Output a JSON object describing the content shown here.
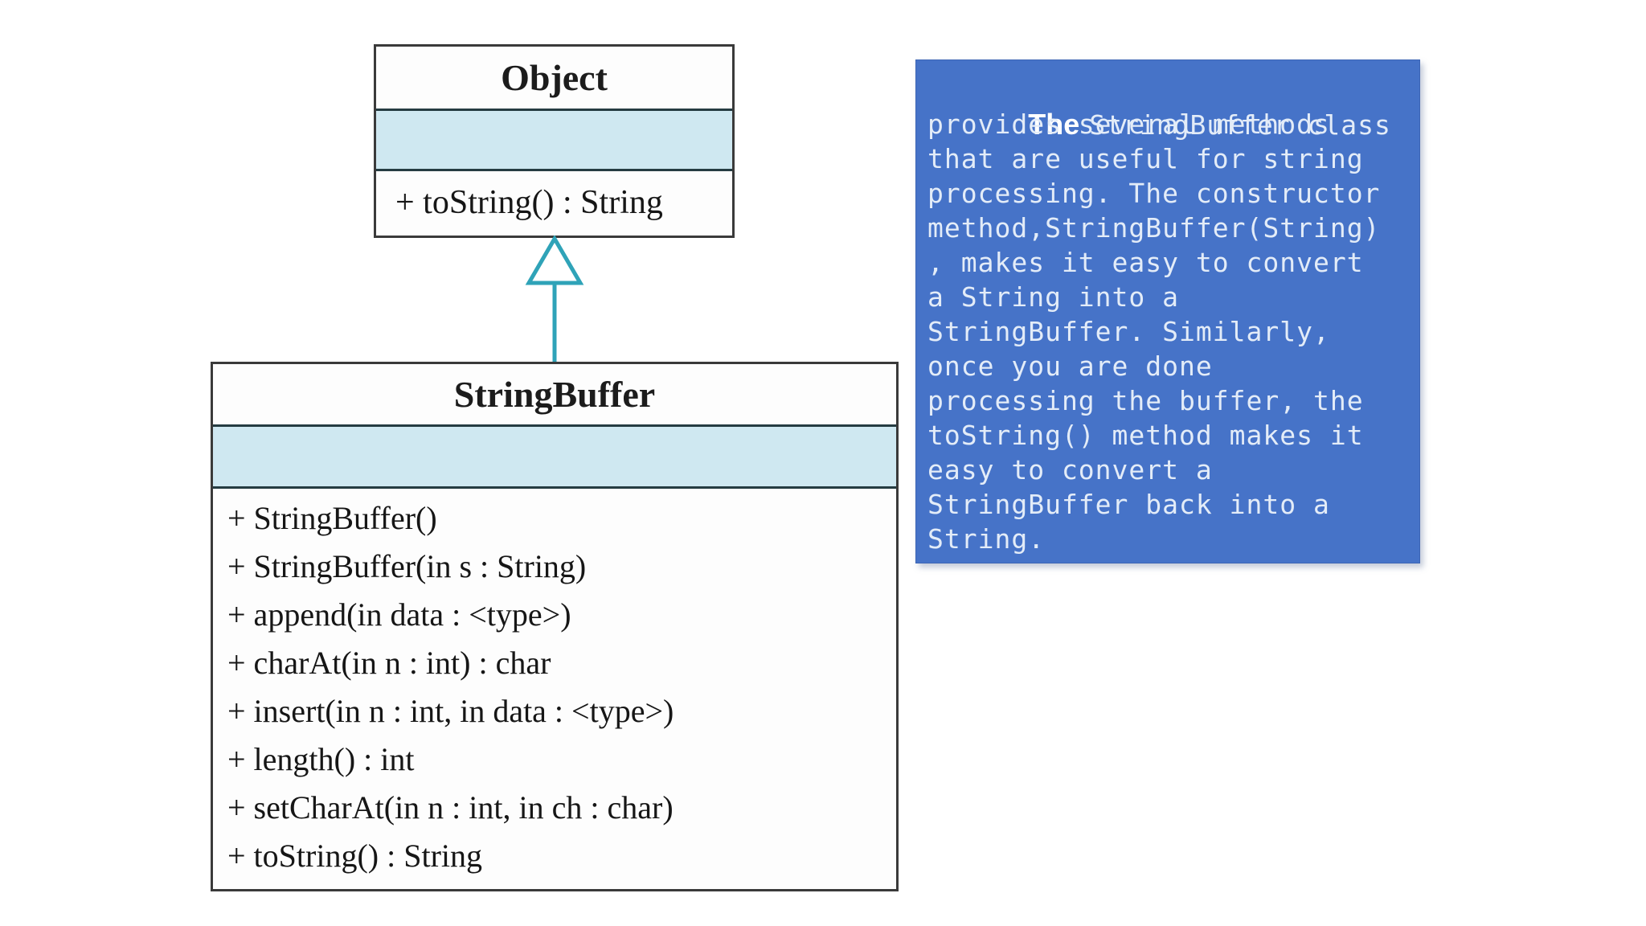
{
  "diagram": {
    "object_class": {
      "title": "Object",
      "methods": [
        "+ toString() : String"
      ]
    },
    "stringbuffer_class": {
      "title": "StringBuffer",
      "methods": [
        "+ StringBuffer()",
        "+ StringBuffer(in s : String)",
        "+ append(in data : <type>)",
        "+ charAt(in n : int) : char",
        "+ insert(in n : int, in data : <type>)",
        "+ length() : int",
        "+ setCharAt(in n : int, in ch : char)",
        "+ toString() : String"
      ]
    },
    "relationship": "StringBuffer inherits from Object (generalization arrow)"
  },
  "note": {
    "lead_word": "The",
    "first_line_rest": "StringBuffer class",
    "lines": [
      "provides several methods",
      "that are useful for string",
      "processing. The constructor",
      "method,StringBuffer(String)",
      ", makes it easy to convert",
      "a String into a",
      "StringBuffer. Similarly,",
      "once you are done",
      "processing the buffer, the",
      "toString() method makes it",
      "easy to convert a",
      "StringBuffer back into a",
      "String."
    ]
  },
  "colors": {
    "note_bg": "#4673c8",
    "note_text": "#e3ecf8",
    "uml_section_fill": "#cfe8f1",
    "arrow": "#2fa3b8"
  }
}
